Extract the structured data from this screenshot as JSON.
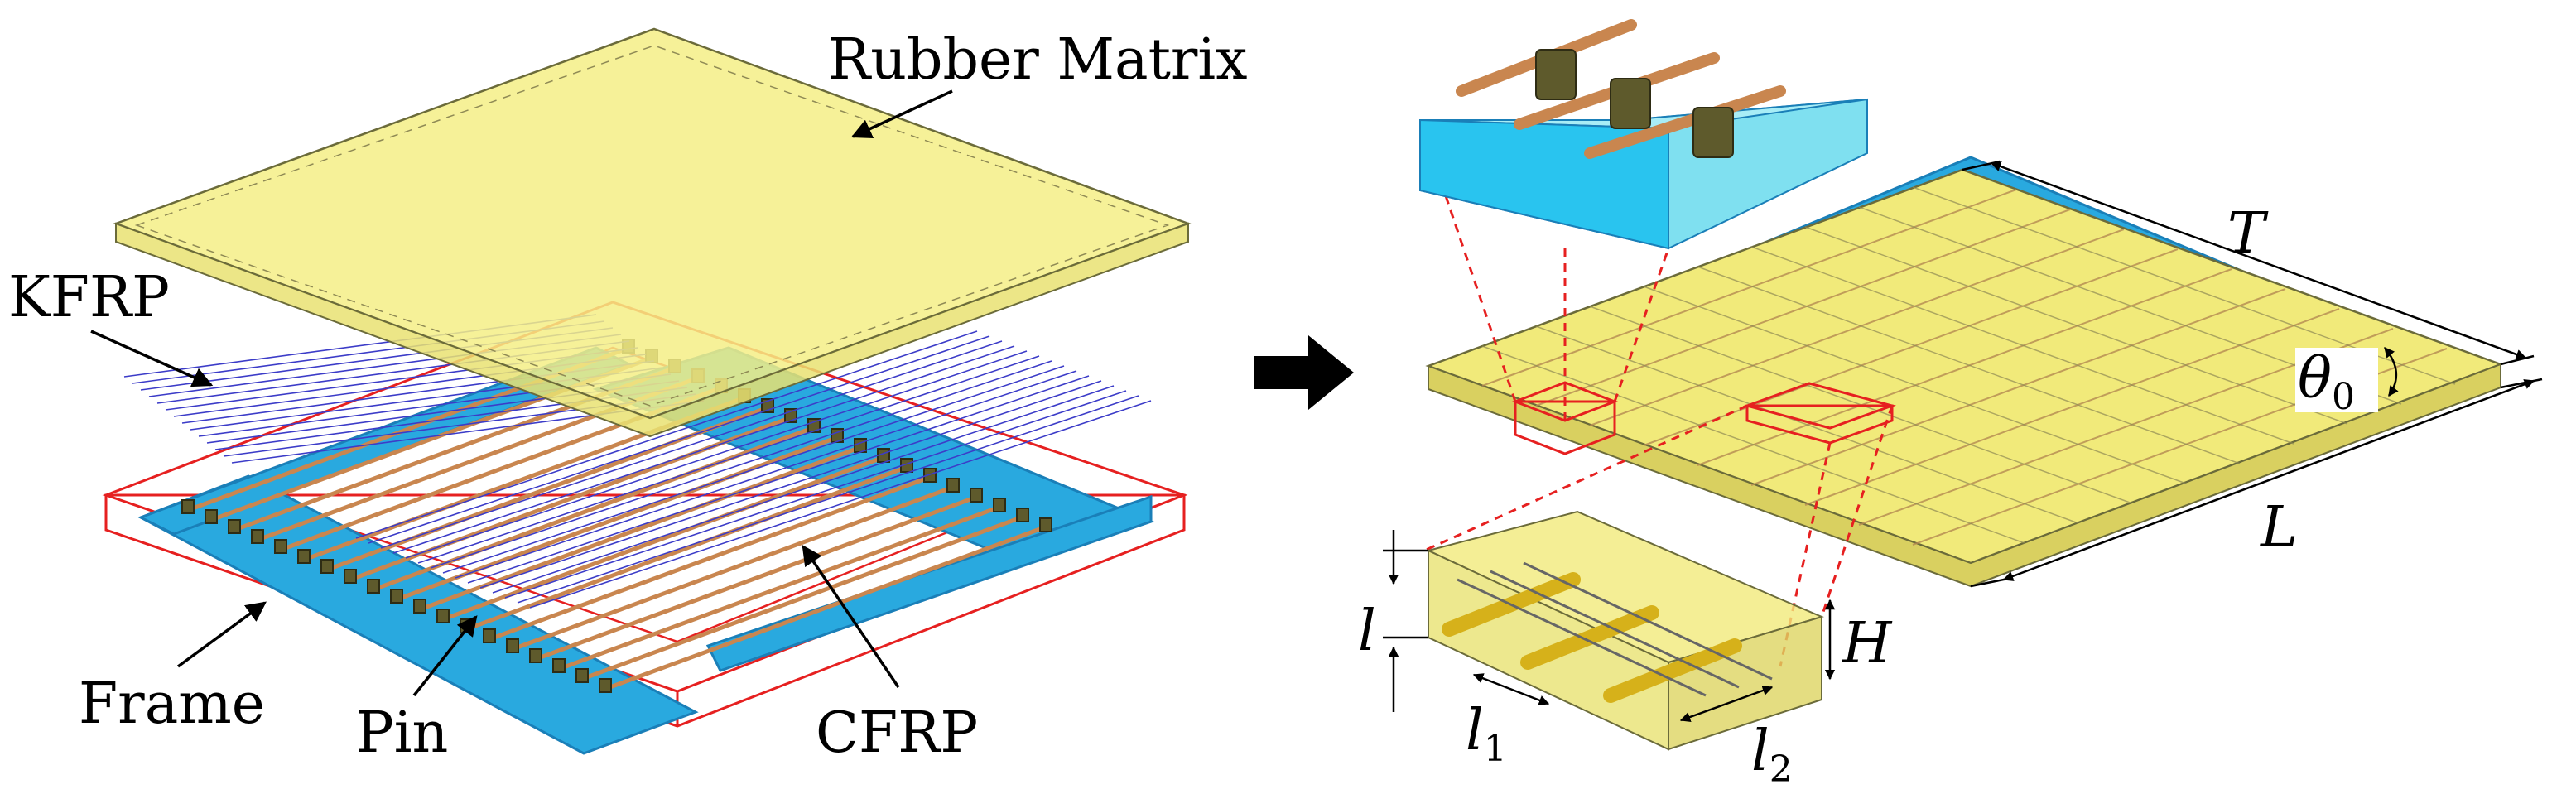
{
  "labels": {
    "rubber_matrix": "Rubber Matrix",
    "kfrp": "KFRP",
    "frame": "Frame",
    "pin": "Pin",
    "cfrp": "CFRP",
    "dim_T": "T",
    "dim_L": "L",
    "dim_theta": "θ",
    "dim_theta_sub": "0",
    "dim_H": "H",
    "dim_l": "l",
    "dim_l1": "l",
    "dim_l1_sub": "1",
    "dim_l2": "l",
    "dim_l2_sub": "2"
  },
  "colors": {
    "rubber": "#f4ef86",
    "rubber_edge": "#6b6b3a",
    "frame_blue": "#29a9df",
    "frame_blue_dark": "#1a7fb8",
    "cfrp_rod": "#c9864f",
    "kfrp_line": "#3c3cc8",
    "pin": "#5e5a2c",
    "highlight_red": "#e62020",
    "cell_blue": "#7fe0f0",
    "cell_yellow": "#f1ea7a",
    "arrow": "#000000"
  },
  "icons": {
    "process_arrow": "right-arrow-icon"
  }
}
